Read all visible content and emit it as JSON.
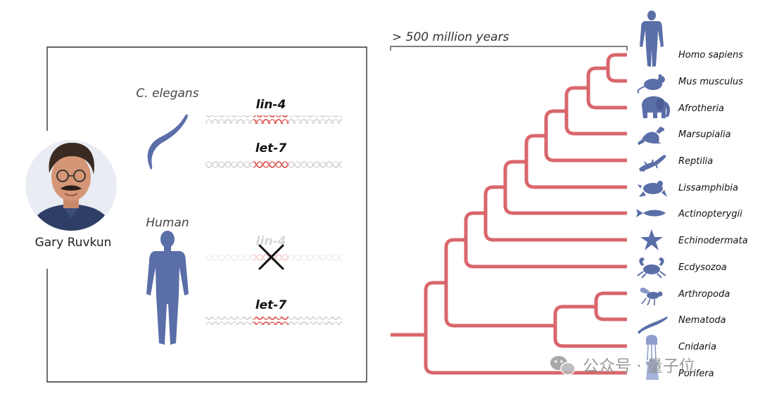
{
  "left_panel": {
    "person_name": "Gary Ruvkun",
    "worm_label": "C. elegans",
    "human_label": "Human",
    "genes": {
      "worm_lin4": "lin-4",
      "worm_let7": "let-7",
      "human_lin4": "lin-4",
      "human_let7": "let-7"
    },
    "human_lin4_absent": true
  },
  "tree": {
    "timescale_label": "> 500 million years",
    "taxa": [
      {
        "name": "Homo sapiens",
        "icon": "human-silhouette-icon"
      },
      {
        "name": "Mus musculus",
        "icon": "mouse-icon"
      },
      {
        "name": "Afrotheria",
        "icon": "elephant-icon"
      },
      {
        "name": "Marsupialia",
        "icon": "kangaroo-icon"
      },
      {
        "name": "Reptilia",
        "icon": "lizard-icon"
      },
      {
        "name": "Lissamphibia",
        "icon": "frog-icon"
      },
      {
        "name": "Actinopterygii",
        "icon": "fish-icon"
      },
      {
        "name": "Echinodermata",
        "icon": "starfish-icon"
      },
      {
        "name": "Ecdysozoa",
        "icon": "crab-icon"
      },
      {
        "name": "Arthropoda",
        "icon": "fly-icon"
      },
      {
        "name": "Nematoda",
        "icon": "worm-icon"
      },
      {
        "name": "Cnidaria",
        "icon": "jellyfish-icon"
      },
      {
        "name": "Porifera",
        "icon": "sponge-icon"
      }
    ]
  },
  "watermark": {
    "text": "公众号 · 量子位",
    "icon": "wechat-icon"
  },
  "colors": {
    "branch": "#d9666c",
    "silhouette": "#5a6ea8",
    "dna_grey": "#cfcfcf",
    "dna_red": "#d94040"
  }
}
